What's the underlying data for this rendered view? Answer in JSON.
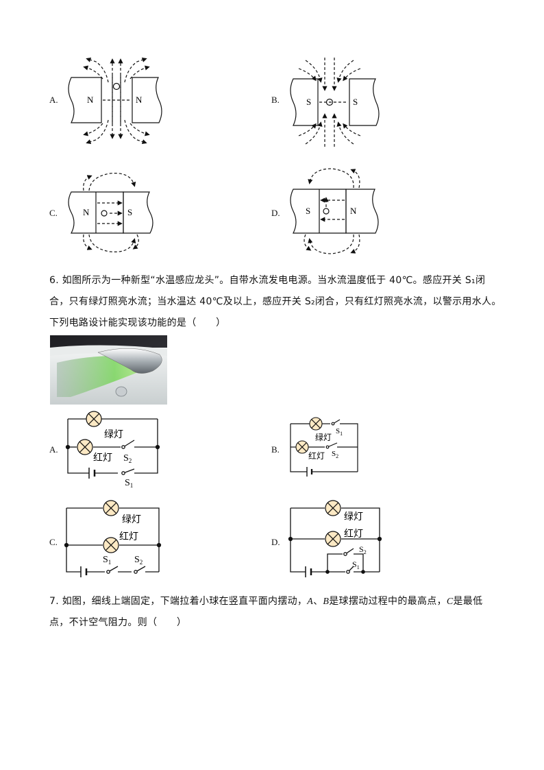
{
  "q5": {
    "options": [
      {
        "label": "A.",
        "left_pole": "N",
        "right_pole": "N"
      },
      {
        "label": "B.",
        "left_pole": "S",
        "right_pole": "S"
      },
      {
        "label": "C.",
        "left_pole": "N",
        "right_pole": "S"
      },
      {
        "label": "D.",
        "left_pole": "S",
        "right_pole": "N"
      }
    ]
  },
  "q6": {
    "text": "6. 如图所示为一种新型“水温感应龙头”。自带水流发电电源。当水流温度低于 40℃。感应开关 S₁闭合，只有绿灯照亮水流；当水温达 40℃及以上，感应开关 S₂闭合，只有红灯照亮水流，以警示用水人。下列电路设计能实现该功能的是（　　）",
    "options": [
      "A.",
      "B.",
      "C.",
      "D."
    ],
    "green_lamp": "绿灯",
    "red_lamp": "红灯",
    "switch1": "S",
    "switch1_sub": "1",
    "switch2": "S",
    "switch2_sub": "2"
  },
  "q7": {
    "text_a": "7. 如图，细线上端固定，下端拉着小球在竖直平面内摆动，",
    "a": "A",
    "sep": "、",
    "b": "B",
    "text_b": "是球摆动过程中的最高点，",
    "c": "C",
    "text_c": "是最低点，不计空气阻力。则（　　）"
  }
}
